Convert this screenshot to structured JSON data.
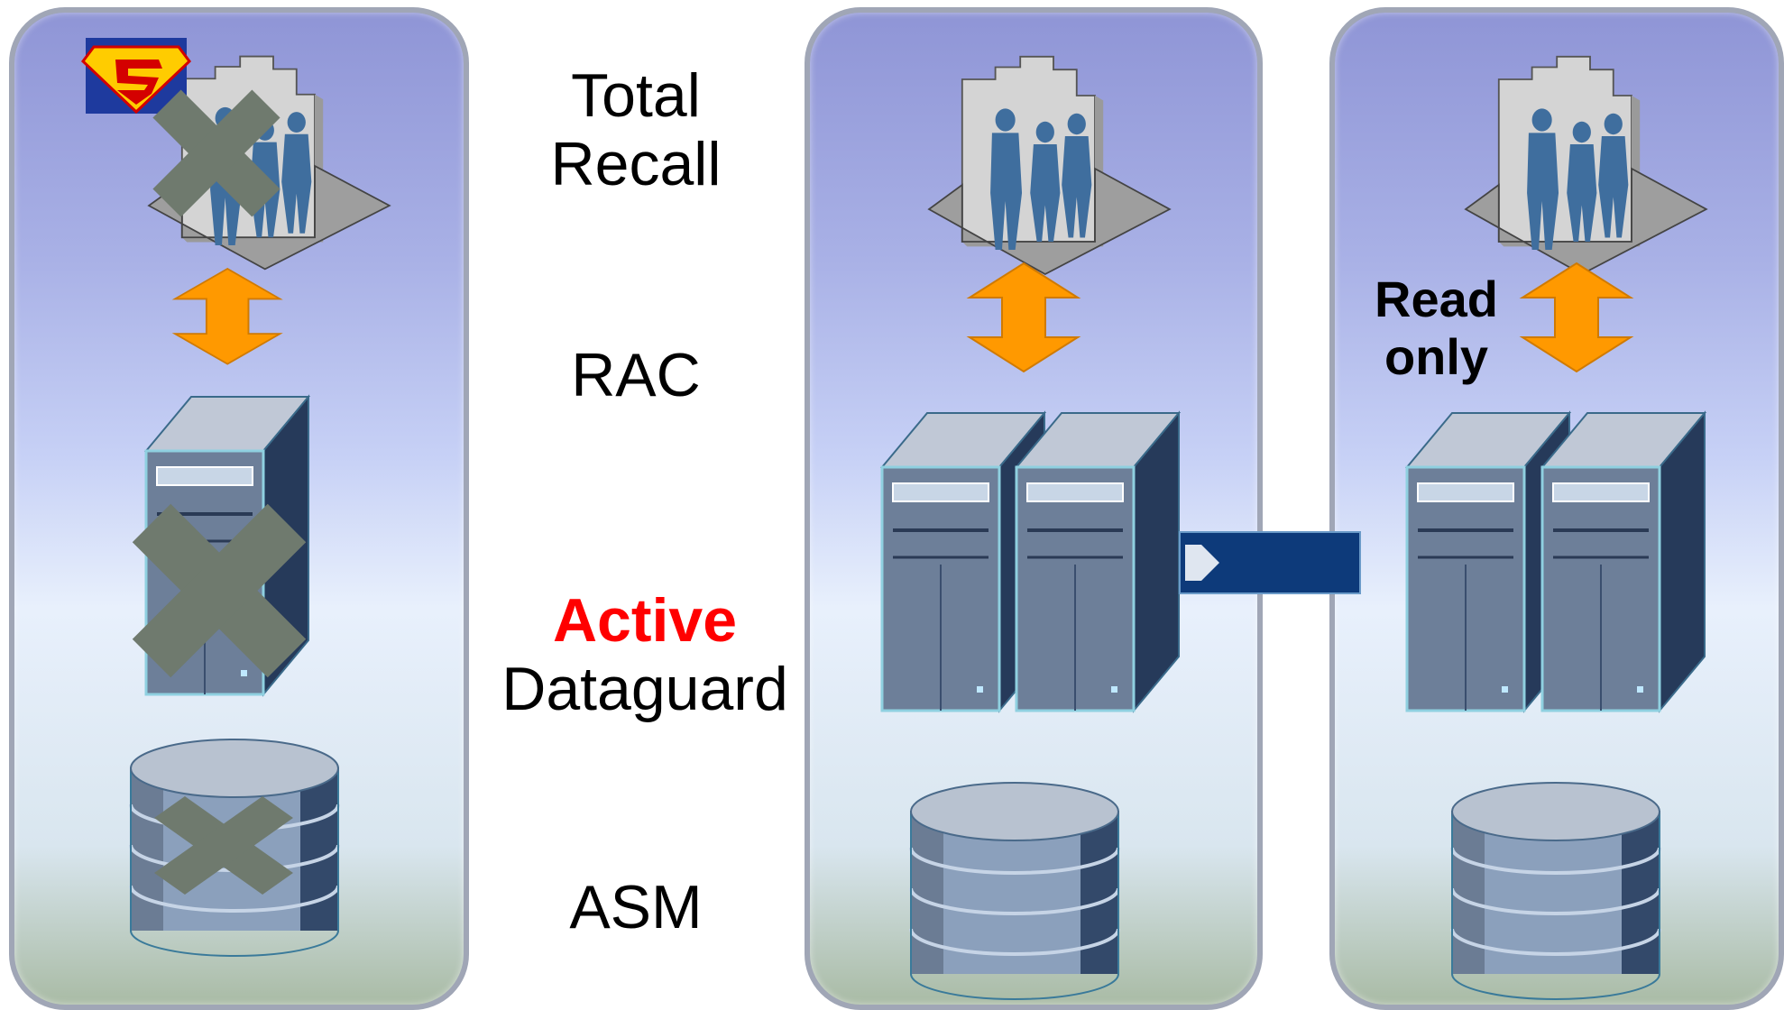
{
  "labels": {
    "total_recall": [
      "Total",
      "Recall"
    ],
    "rac": "RAC",
    "active_dataguard": {
      "highlight": "Active",
      "rest": "Dataguard"
    },
    "asm": "ASM",
    "read_only": [
      "Read",
      "only"
    ]
  },
  "icons": {
    "panel_left": [
      "superman-logo-icon",
      "users-building-icon",
      "failure-cross-icon",
      "double-arrow-icon",
      "server-icon",
      "database-icon"
    ],
    "panel_primary": [
      "users-building-icon",
      "double-arrow-icon",
      "server-icon",
      "server-icon",
      "database-icon"
    ],
    "panel_standby": [
      "users-building-icon",
      "double-arrow-icon",
      "server-icon",
      "server-icon",
      "database-icon"
    ],
    "link": "replication-arrow-icon"
  },
  "colors": {
    "panel_top": "#8f95d6",
    "panel_bottom": "#a9bba5",
    "arrow": "#ff9900",
    "cross": "#6f7a6e",
    "server": "#6d7f99",
    "replication": "#0d3a7a",
    "active_text": "#ff0000"
  }
}
